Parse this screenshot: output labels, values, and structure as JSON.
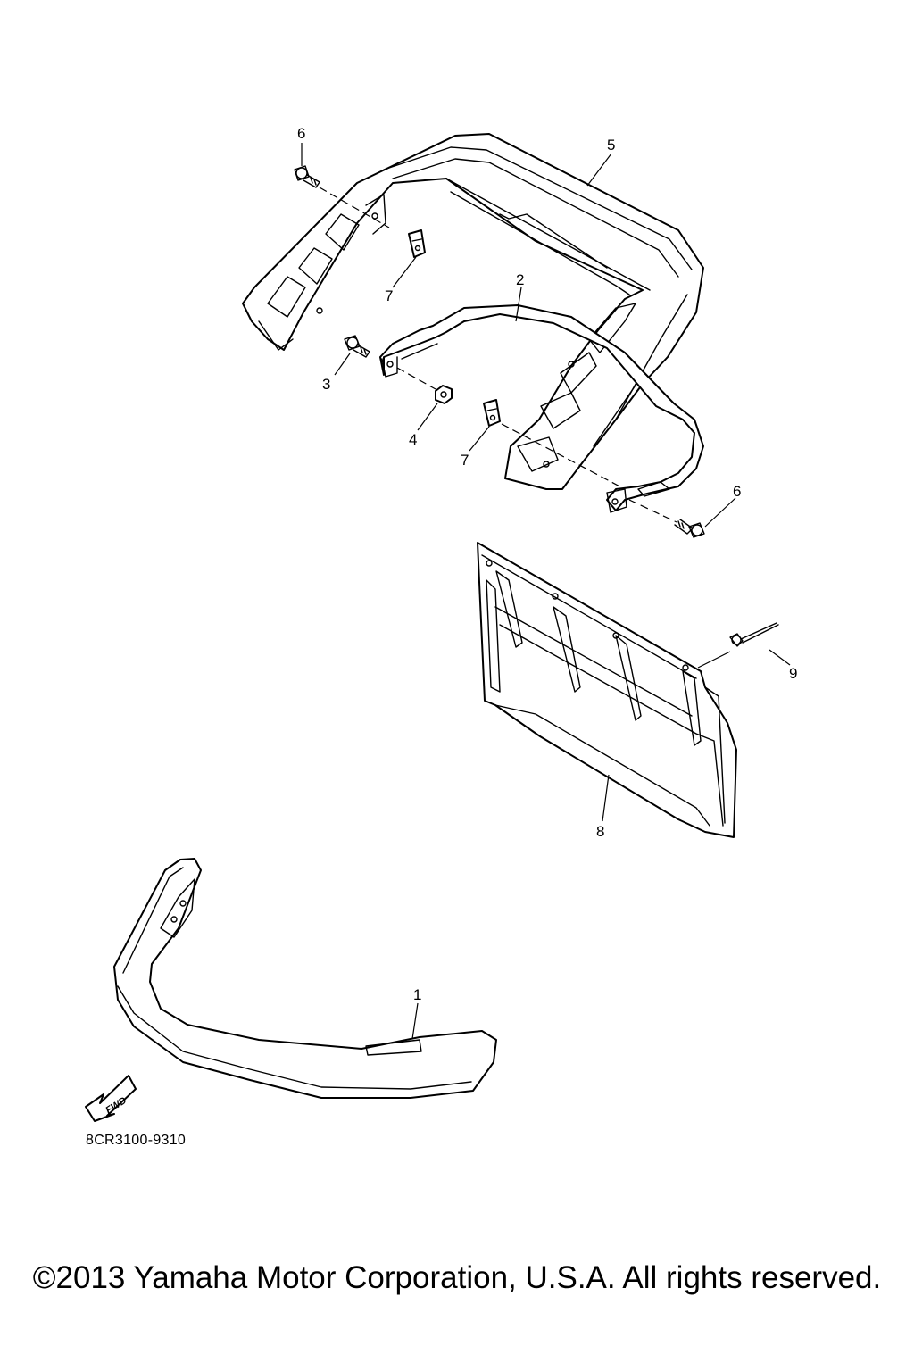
{
  "callouts": {
    "c1": "1",
    "c2": "2",
    "c3": "3",
    "c4": "4",
    "c5": "5",
    "c6a": "6",
    "c6b": "6",
    "c7a": "7",
    "c7b": "7",
    "c8": "8",
    "c9": "9"
  },
  "fwd_label": "FWD",
  "diagram_code": "8CR3100-9310",
  "copyright": "©2013 Yamaha Motor Corporation, U.S.A. All rights reserved."
}
